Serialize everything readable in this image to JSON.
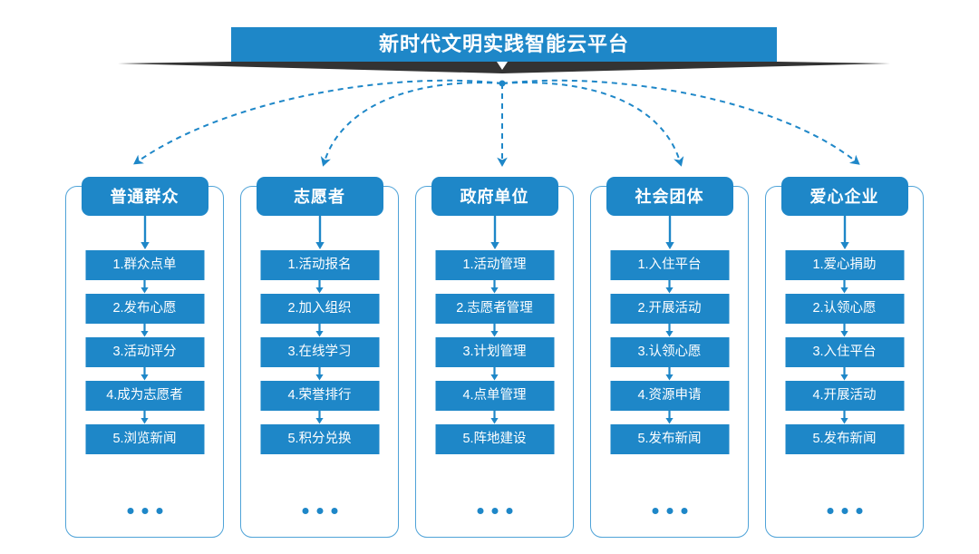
{
  "header": {
    "title": "新时代文明实践智能云平台",
    "accent_color": "#1e87c8",
    "shadow_color": "#333333"
  },
  "diagram": {
    "type": "flow-diagram",
    "connector_style": "dashed-curved-arrow",
    "connector_color": "#1e87c8",
    "frame_color": "#4fa3d8",
    "ellipsis": "•••",
    "columns": [
      {
        "id": "ordinary-public",
        "header": "普通群众",
        "items": [
          "1.群众点单",
          "2.发布心愿",
          "3.活动评分",
          "4.成为志愿者",
          "5.浏览新闻"
        ]
      },
      {
        "id": "volunteer",
        "header": "志愿者",
        "items": [
          "1.活动报名",
          "2.加入组织",
          "3.在线学习",
          "4.荣誉排行",
          "5.积分兑换"
        ]
      },
      {
        "id": "government-unit",
        "header": "政府单位",
        "items": [
          "1.活动管理",
          "2.志愿者管理",
          "3.计划管理",
          "4.点单管理",
          "5.阵地建设"
        ]
      },
      {
        "id": "social-group",
        "header": "社会团体",
        "items": [
          "1.入住平台",
          "2.开展活动",
          "3.认领心愿",
          "4.资源申请",
          "5.发布新闻"
        ]
      },
      {
        "id": "caring-enterprise",
        "header": "爱心企业",
        "items": [
          "1.爱心捐助",
          "2.认领心愿",
          "3.入住平台",
          "4.开展活动",
          "5.发布新闻"
        ]
      }
    ]
  }
}
